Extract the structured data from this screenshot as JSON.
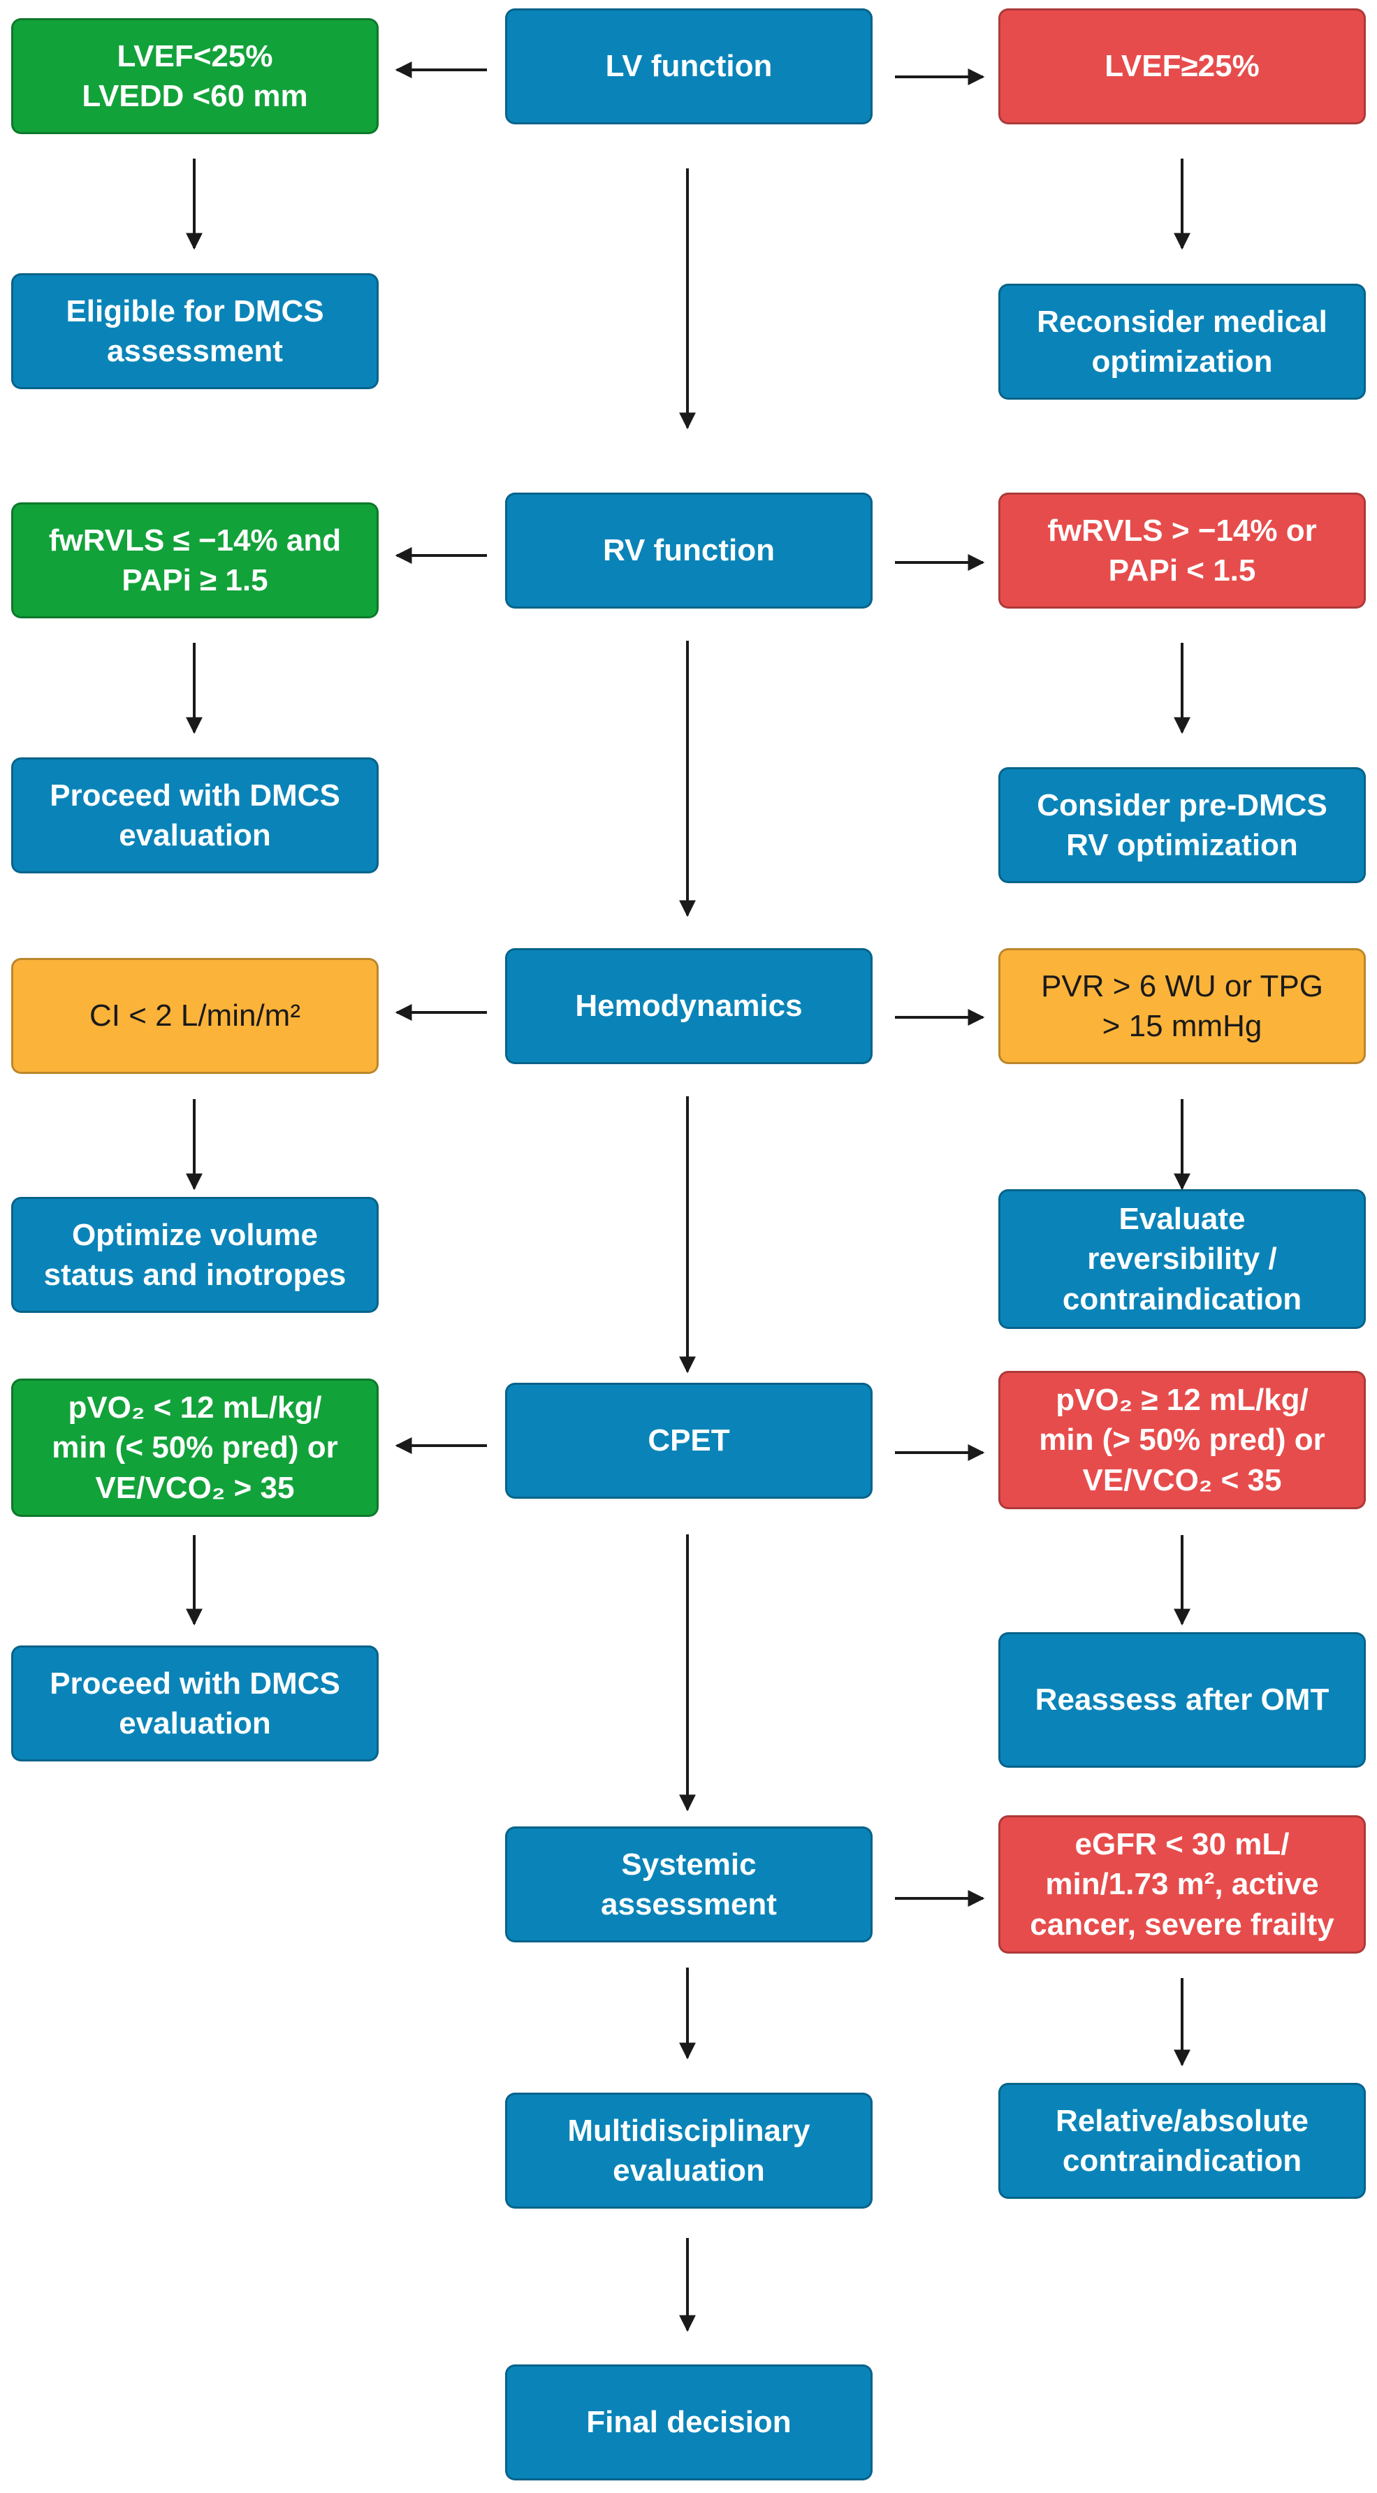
{
  "colors": {
    "process": "#0a84b8",
    "favorable": "#12a23a",
    "unfavorable": "#e74c4c",
    "caution": "#fbb33a",
    "arrow": "#1a1a1a"
  },
  "nodes": {
    "lv_function": "LV function",
    "lvef_low": "LVEF<25%\nLVEDD <60 mm",
    "lvef_high": "LVEF≥25%",
    "eligible_dmcs": "Eligible for DMCS\nassessment",
    "reconsider_medical": "Reconsider medical\noptimization",
    "rv_function": "RV function",
    "rv_favorable": "fwRVLS ≤ −14% and\nPAPi ≥ 1.5",
    "rv_unfavorable": "fwRVLS > −14% or\nPAPi < 1.5",
    "proceed_dmcs_1": "Proceed with DMCS\nevaluation",
    "pre_dmcs_rv": "Consider pre-DMCS\nRV optimization",
    "hemodynamics": "Hemodynamics",
    "ci_low": "CI < 2 L/min/m²",
    "pvr_high": "PVR > 6 WU or TPG\n> 15 mmHg",
    "optimize_volume": "Optimize volume\nstatus and inotropes",
    "evaluate_reversibility": "Evaluate\nreversibility /\ncontraindication",
    "cpet": "CPET",
    "pvo2_low": "pVO₂ < 12 mL/kg/\nmin (< 50% pred) or\nVE/VCO₂ > 35",
    "pvo2_high": "pVO₂ ≥ 12 mL/kg/\nmin (> 50% pred) or\nVE/VCO₂ < 35",
    "proceed_dmcs_2": "Proceed with DMCS\nevaluation",
    "reassess_omt": "Reassess after OMT",
    "systemic": "Systemic\nassessment",
    "egfr": "eGFR < 30 mL/\nmin/1.73 m², active\ncancer, severe frailty",
    "multidisciplinary": "Multidisciplinary\nevaluation",
    "contraindication": "Relative/absolute\ncontraindication",
    "final_decision": "Final decision"
  }
}
